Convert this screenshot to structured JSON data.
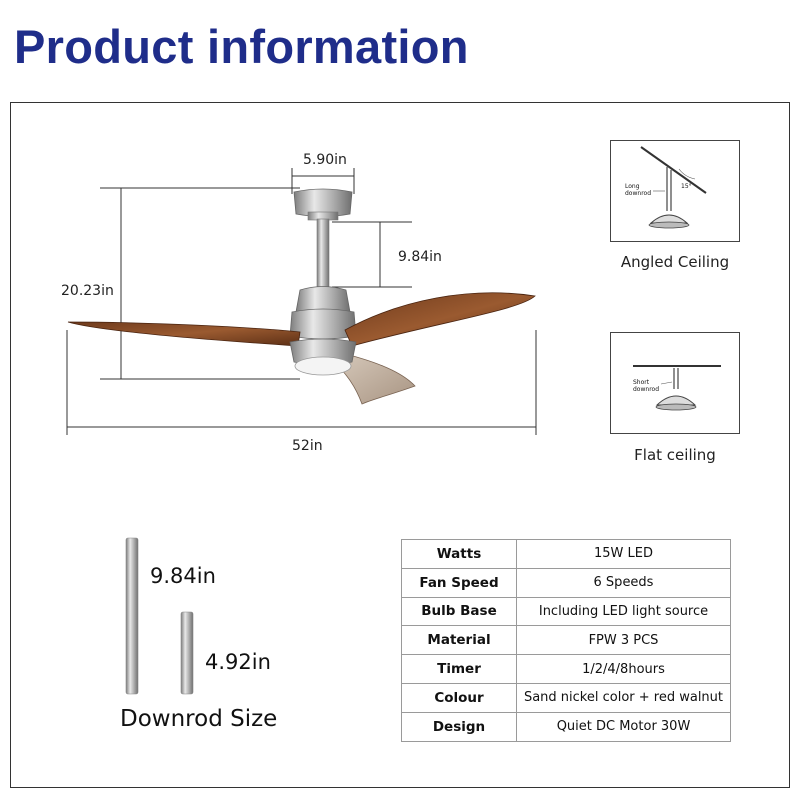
{
  "title": "Product information",
  "dimensions": {
    "motor_width": "5.90in",
    "downrod_length": "9.84in",
    "total_height": "20.23in",
    "blade_span": "52in"
  },
  "mounting": {
    "angled": {
      "caption": "Angled Ceiling",
      "rod_label_line1": "Long",
      "rod_label_line2": "downrod",
      "angle": "15°"
    },
    "flat": {
      "caption": "Flat ceiling",
      "rod_label_line1": "Short",
      "rod_label_line2": "downrod"
    }
  },
  "downrods": {
    "long": "9.84in",
    "short": "4.92in",
    "caption": "Downrod Size"
  },
  "specs": [
    {
      "key": "Watts",
      "value": "15W  LED"
    },
    {
      "key": "Fan Speed",
      "value": "6 Speeds"
    },
    {
      "key": "Bulb Base",
      "value": "Including LED light source"
    },
    {
      "key": "Material",
      "value": "FPW 3 PCS"
    },
    {
      "key": "Timer",
      "value": "1/2/4/8hours"
    },
    {
      "key": "Colour",
      "value": "Sand nickel color + red walnut"
    },
    {
      "key": "Design",
      "value": "Quiet DC Motor  30W"
    }
  ],
  "colors": {
    "title": "#1f2d8a",
    "blade_wood": "#8a4f2a",
    "blade_light": "#c9b8a8",
    "nickel": "#b9b9b9"
  }
}
